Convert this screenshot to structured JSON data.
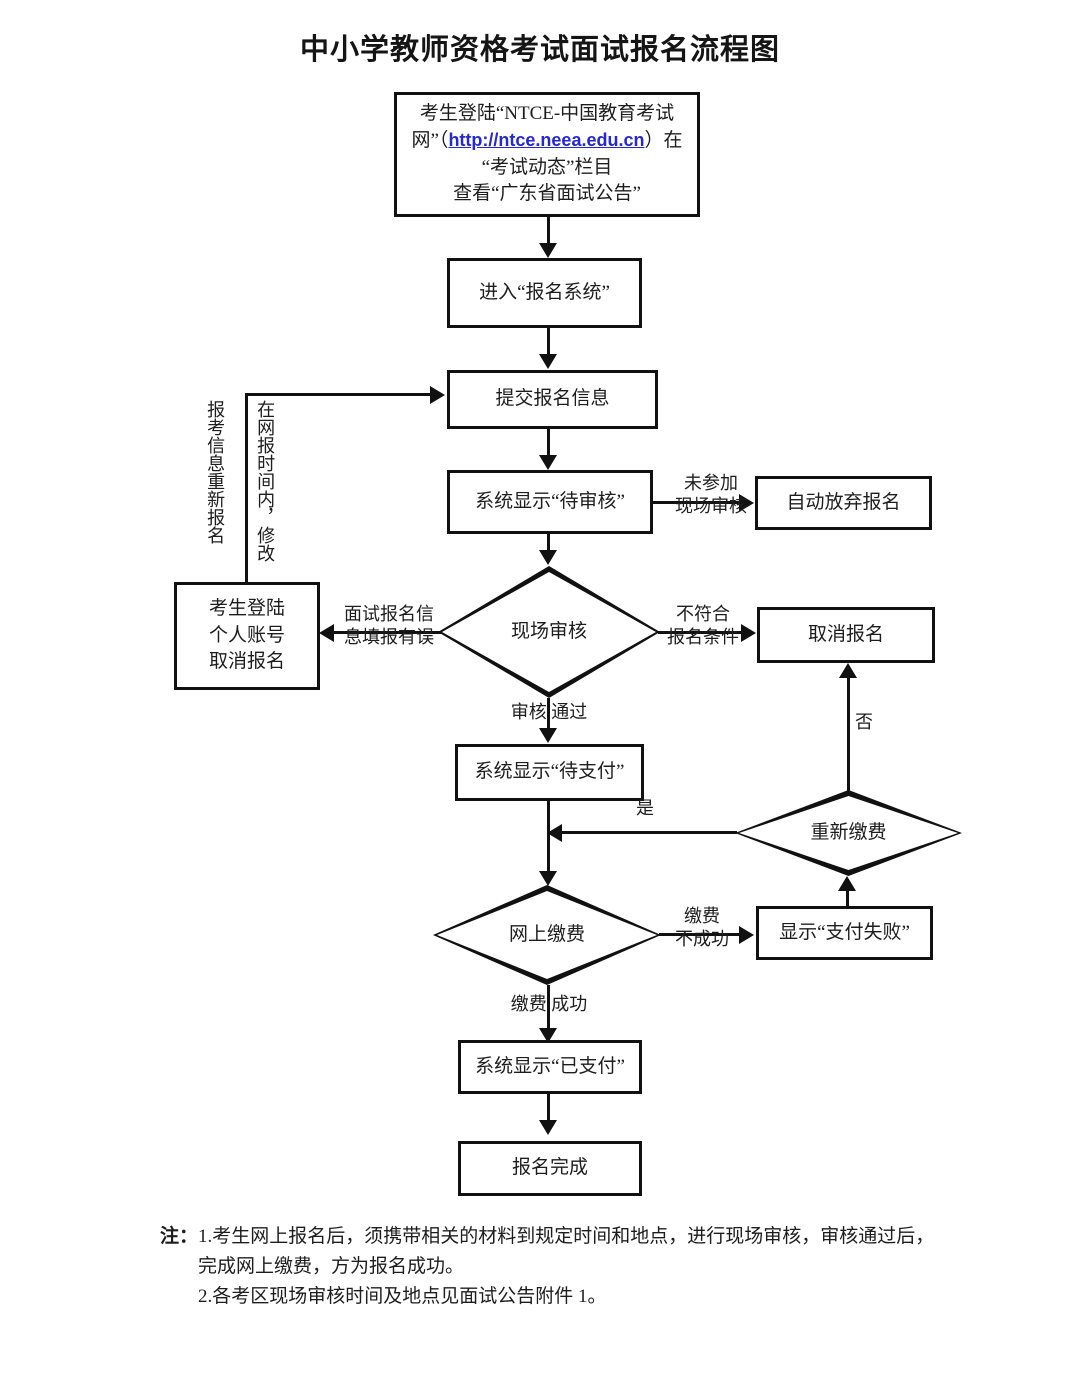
{
  "title": "中小学教师资格考试面试报名流程图",
  "nodes": {
    "login": {
      "line1": "考生登陆“NTCE-中国教育考试",
      "line2_pre": "网”（",
      "link": "http://ntce.neea.edu.cn",
      "line2_post": "）在",
      "line3": "“考试动态”栏目",
      "line4": "查看“广东省面试公告”"
    },
    "enter_system": "进入“报名系统”",
    "submit_info": "提交报名信息",
    "pending_review": "系统显示“待审核”",
    "auto_abandon": "自动放弃报名",
    "cancel_by_self": "考生登陆\n个人账号\n取消报名",
    "onsite_review": "现场审核",
    "cancel_registration": "取消报名",
    "pending_payment": "系统显示“待支付”",
    "repay_decision": "重新缴费",
    "online_payment": "网上缴费",
    "payment_failed": "显示“支付失败”",
    "paid": "系统显示“已支付”",
    "done": "报名完成"
  },
  "edge_labels": {
    "not_attend_onsite": "未参加\n现场审核",
    "info_error": "面试报名信\n息填报有误",
    "not_qualified": "不符合\n报名条件",
    "review_passed": "审核  通过",
    "yes": "是",
    "no": "否",
    "pay_failed": "缴费\n不成功",
    "pay_success": "缴费  成功",
    "modify_vertical_left": "报考信息重新报名",
    "modify_vertical_right": "在网报时间内，修改"
  },
  "notes": {
    "label": "注：",
    "item1_num": "1.",
    "item1_line1": "考生网上报名后，须携带相关的材料到规定时间和地点，进行现场审核，审核通过后，",
    "item1_line2": "完成网上缴费，方为报名成功。",
    "item2": "2.各考区现场审核时间及地点见面试公告附件 1。"
  },
  "colors": {
    "stroke": "#111111",
    "text": "#1d1d1d",
    "link": "#2327d6",
    "background": "#ffffff"
  }
}
